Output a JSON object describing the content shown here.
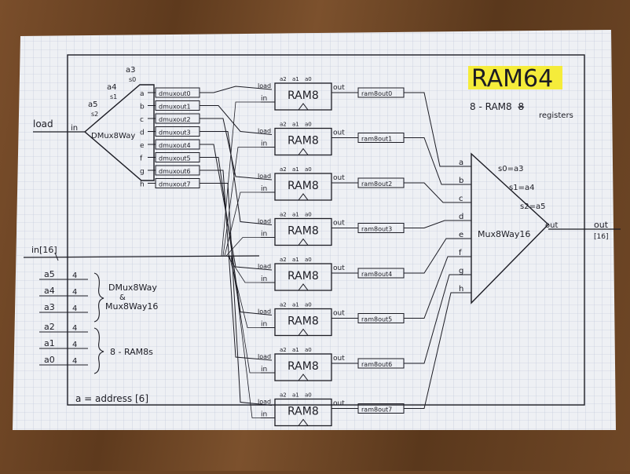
{
  "title": "RAM64",
  "subtitle_prefix": "8 - RAM8",
  "subtitle_struck": "8",
  "subtitle_suffix": "registers",
  "inputs": {
    "load": "load",
    "in": "in[16]",
    "out": "out",
    "out_width": "[16]"
  },
  "dmux": {
    "name": "DMux8Way",
    "in_label": "in",
    "selectors": [
      "a5",
      "a4",
      "a3"
    ],
    "selector_bits": [
      "s2",
      "s1",
      "s0"
    ],
    "outputs": [
      "a",
      "b",
      "c",
      "d",
      "e",
      "f",
      "g",
      "h"
    ],
    "wires": [
      "dmuxout0",
      "dmuxout1",
      "dmuxout2",
      "dmuxout3",
      "dmuxout4",
      "dmuxout5",
      "dmuxout6",
      "dmuxout7"
    ]
  },
  "ram8": {
    "name": "RAM8",
    "addr_pins": [
      "a2",
      "a1",
      "a0"
    ],
    "load_pin": "load",
    "in_pin": "in",
    "out_pin": "out",
    "outputs": [
      "ram8out0",
      "ram8out1",
      "ram8out2",
      "ram8out3",
      "ram8out4",
      "ram8out5",
      "ram8out6",
      "ram8out7"
    ]
  },
  "mux": {
    "name": "Mux8Way16",
    "inputs": [
      "a",
      "b",
      "c",
      "d",
      "e",
      "f",
      "g",
      "h"
    ],
    "selects": [
      "s0=a3",
      "s1=a4",
      "s2=a5"
    ],
    "out": "out"
  },
  "address_lines": [
    {
      "name": "a5",
      "width": "4"
    },
    {
      "name": "a4",
      "width": "4"
    },
    {
      "name": "a3",
      "width": "4"
    },
    {
      "name": "a2",
      "width": "4"
    },
    {
      "name": "a1",
      "width": "4"
    },
    {
      "name": "a0",
      "width": "4"
    }
  ],
  "groups": [
    {
      "line1": "DMux8Way",
      "line2": "&",
      "line3": "Mux8Way16"
    },
    {
      "line1": "8 - RAM8s"
    }
  ],
  "note": "a = address [6]",
  "colors": {
    "paper": "#eef0f4",
    "grid": "#b9c1d6",
    "ink": "#1c1c24",
    "highlight": "#f5ec3a",
    "wood": "#6b4424"
  }
}
